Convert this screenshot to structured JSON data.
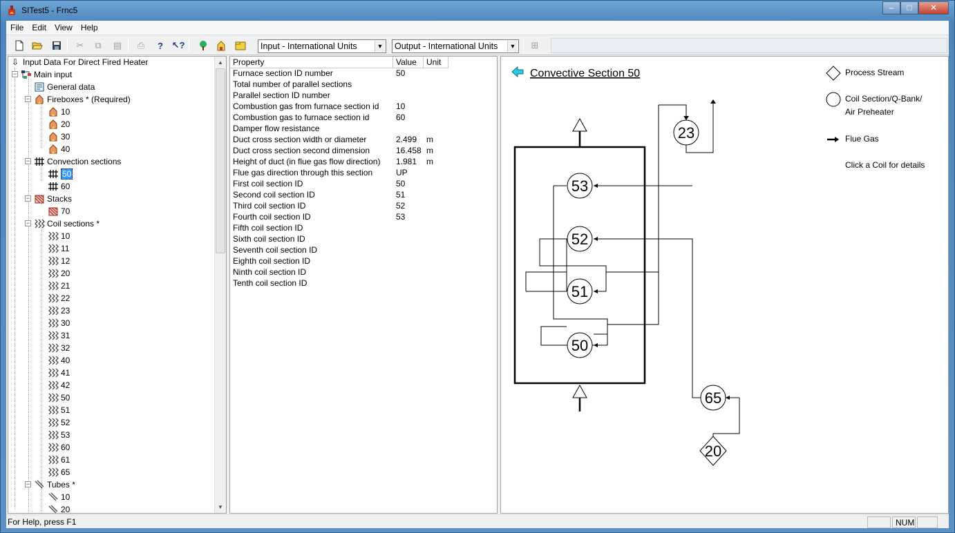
{
  "window": {
    "title": "SITest5 - Frnc5",
    "minimize_label": "–",
    "maximize_label": "□",
    "close_label": "✕"
  },
  "menu": [
    "File",
    "Edit",
    "View",
    "Help"
  ],
  "toolbar": {
    "input_units": "Input - International Units",
    "output_units": "Output - International Units",
    "buttons": [
      "new-icon",
      "open-icon",
      "save-icon",
      "cut-icon",
      "copy-icon",
      "paste-icon",
      "print-icon",
      "help-icon",
      "context-help-icon",
      "tree-icon",
      "heater-icon",
      "folder-icon",
      "layout-icon"
    ]
  },
  "tree": {
    "root": "Input Data For Direct Fired Heater",
    "main_input": "Main input",
    "general_data": "General data",
    "fireboxes": {
      "label": "Fireboxes * (Required)",
      "items": [
        "10",
        "20",
        "30",
        "40"
      ]
    },
    "convection": {
      "label": "Convection sections",
      "items": [
        "50",
        "60"
      ],
      "selected": "50"
    },
    "stacks": {
      "label": "Stacks",
      "items": [
        "70"
      ]
    },
    "coils": {
      "label": "Coil sections *",
      "items": [
        "10",
        "11",
        "12",
        "20",
        "21",
        "22",
        "23",
        "30",
        "31",
        "32",
        "40",
        "41",
        "42",
        "50",
        "51",
        "52",
        "53",
        "60",
        "61",
        "65"
      ]
    },
    "tubes": {
      "label": "Tubes *",
      "items": [
        "10",
        "20"
      ]
    }
  },
  "grid": {
    "headers": {
      "property": "Property",
      "value": "Value",
      "unit": "Unit"
    },
    "rows": [
      {
        "property": "Furnace section ID number",
        "value": "50",
        "unit": ""
      },
      {
        "property": "Total number of parallel sections",
        "value": "",
        "unit": ""
      },
      {
        "property": "Parallel section ID number",
        "value": "",
        "unit": ""
      },
      {
        "property": "Combustion gas from furnace section id",
        "value": "10",
        "unit": ""
      },
      {
        "property": "Combustion gas to furnace section id",
        "value": "60",
        "unit": ""
      },
      {
        "property": "Damper flow resistance",
        "value": "",
        "unit": ""
      },
      {
        "property": "Duct cross section width or diameter",
        "value": "2.499",
        "unit": "m"
      },
      {
        "property": "Duct cross section second dimension",
        "value": "16.458",
        "unit": "m"
      },
      {
        "property": "Height of duct (in flue gas flow direction)",
        "value": "1.981",
        "unit": "m"
      },
      {
        "property": "Flue gas direction through this section",
        "value": "UP",
        "unit": ""
      },
      {
        "property": "First coil section ID",
        "value": "50",
        "unit": ""
      },
      {
        "property": "Second coil section ID",
        "value": "51",
        "unit": ""
      },
      {
        "property": "Third coil section ID",
        "value": "52",
        "unit": ""
      },
      {
        "property": "Fourth coil section ID",
        "value": "53",
        "unit": ""
      },
      {
        "property": "Fifth coil section ID",
        "value": "",
        "unit": ""
      },
      {
        "property": "Sixth coil section ID",
        "value": "",
        "unit": ""
      },
      {
        "property": "Seventh coil section ID",
        "value": "",
        "unit": ""
      },
      {
        "property": "Eighth coil section ID",
        "value": "",
        "unit": ""
      },
      {
        "property": "Ninth coil section ID",
        "value": "",
        "unit": ""
      },
      {
        "property": "Tenth coil section ID",
        "value": "",
        "unit": ""
      }
    ]
  },
  "diagram": {
    "title": "Convective Section 50",
    "coils": [
      "53",
      "52",
      "51",
      "50",
      "23",
      "65"
    ],
    "stream_node": "20",
    "legend": {
      "process_stream": "Process Stream",
      "coil_line1": "Coil Section/Q-Bank/",
      "coil_line2": "Air Preheater",
      "flue_gas": "Flue Gas",
      "hint": "Click a Coil for details"
    }
  },
  "status": {
    "text": "For Help, press F1",
    "num": "NUM"
  }
}
